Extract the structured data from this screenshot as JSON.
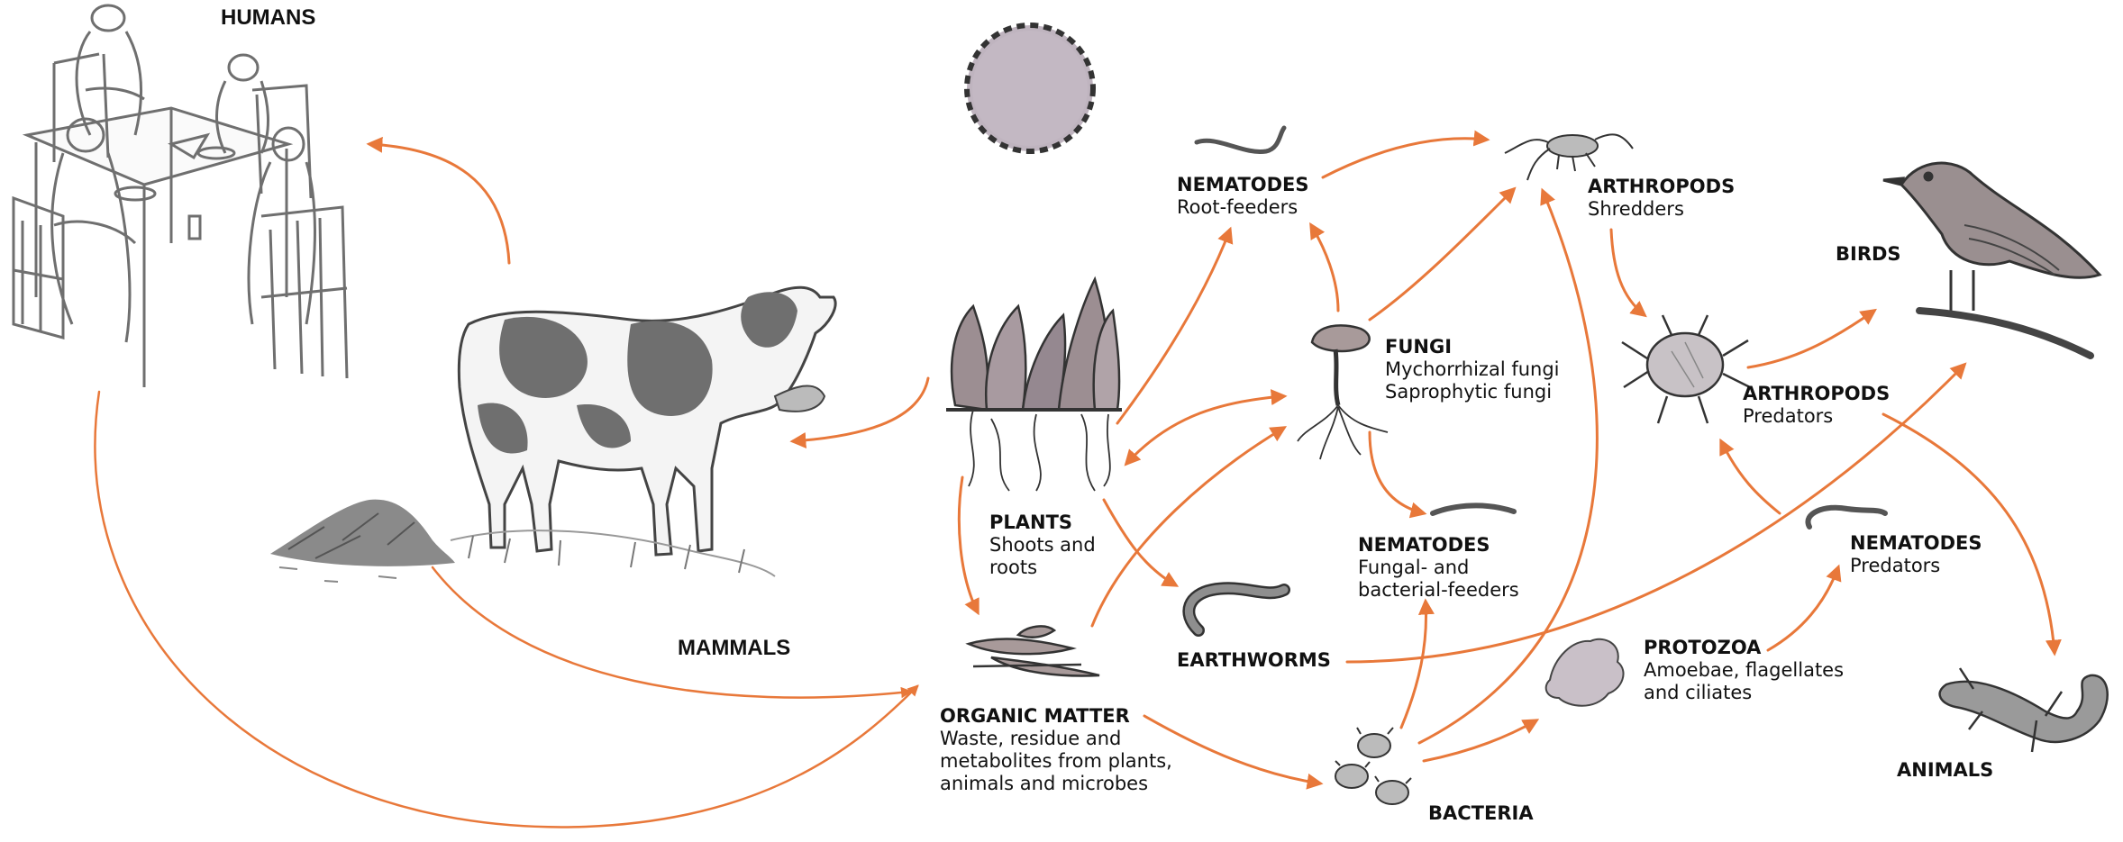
{
  "colors": {
    "arrow": "#e8783a",
    "ink": "#222222",
    "gray": "#6f6f6f",
    "sun": "#bfb4bf"
  },
  "labels": {
    "humans": "HUMANS",
    "mammals": "MAMMALS",
    "birds": "BIRDS",
    "animals": "ANIMALS",
    "earthworms": "EARTHWORMS",
    "bacteria": "BACTERIA",
    "nematodes_root": {
      "title": "NEMATODES",
      "sub": "Root-feeders"
    },
    "arthropods_shred": {
      "title": "ARTHROPODS",
      "sub": "Shredders"
    },
    "fungi": {
      "title": "FUNGI",
      "line1": "Mychorrhizal fungi",
      "line2": "Saprophytic fungi"
    },
    "arthropods_pred": {
      "title": "ARTHROPODS",
      "sub": "Predators"
    },
    "plants": {
      "title": "PLANTS",
      "line1": "Shoots and",
      "line2": "roots"
    },
    "nematodes_fb": {
      "title": "NEMATODES",
      "line1": "Fungal- and",
      "line2": "bacterial-feeders"
    },
    "nematodes_pred": {
      "title": "NEMATODES",
      "sub": "Predators"
    },
    "protozoa": {
      "title": "PROTOZOA",
      "line1": "Amoebae, flagellates",
      "line2": "and ciliates"
    },
    "organic": {
      "title": "ORGANIC MATTER",
      "line1": "Waste, residue and",
      "line2": "metabolites from plants,",
      "line3": "animals and microbes"
    }
  },
  "icons": [
    "humans-dining-icon",
    "cow-icon",
    "manure-pile-icon",
    "sun-icon",
    "root-nematode-icon",
    "arthropod-shredder-icon",
    "bird-icon",
    "plant-icon",
    "mushroom-icon",
    "mite-icon",
    "organic-matter-icon",
    "earthworm-icon",
    "nematode-icon",
    "amoeba-icon",
    "bacteria-icon",
    "lizard-icon"
  ]
}
